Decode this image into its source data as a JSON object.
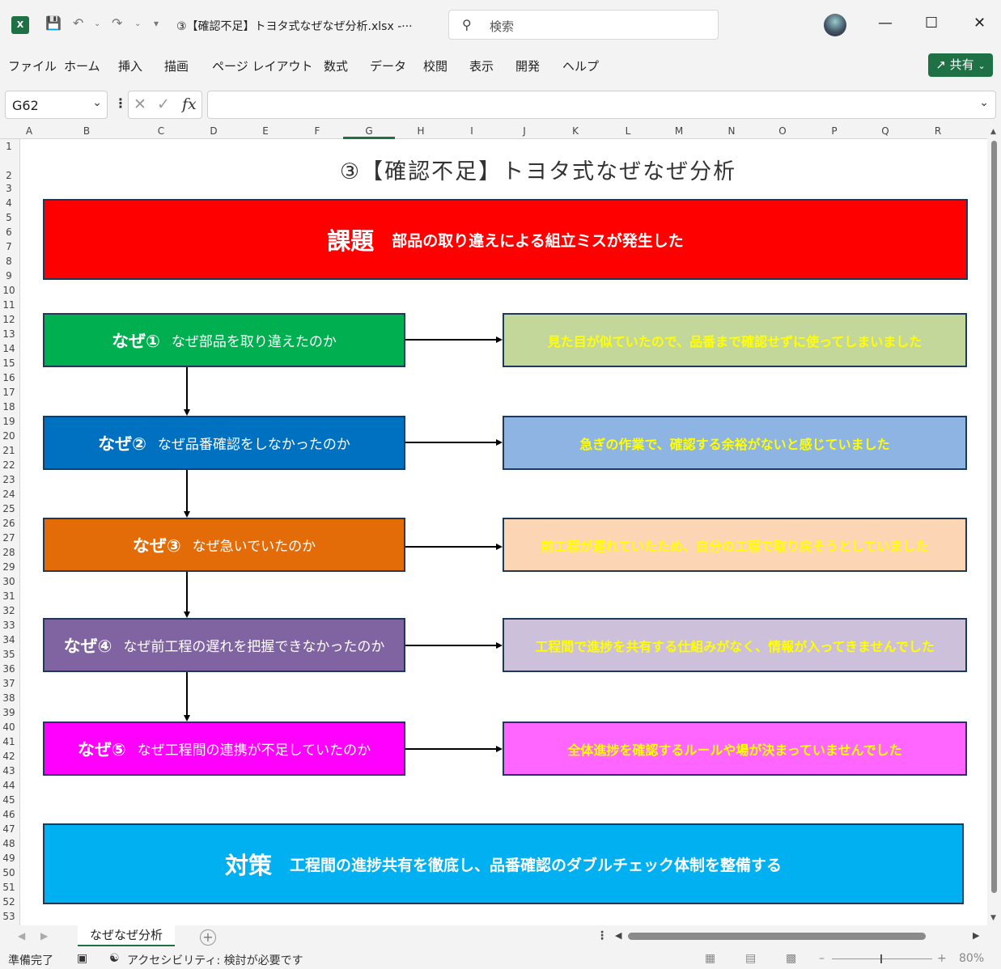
{
  "window": {
    "title": "③【確認不足】トヨタ式なぜなぜ分析.xlsx  -···",
    "search_placeholder": "検索"
  },
  "menu": [
    "ファイル",
    "ホーム",
    "挿入",
    "描画",
    "ページ レイアウト",
    "数式",
    "データ",
    "校閲",
    "表示",
    "開発",
    "ヘルプ"
  ],
  "share_label": "共有",
  "formula_bar": {
    "cell_ref": "G62",
    "formula": ""
  },
  "columns": [
    "A",
    "B",
    "C",
    "D",
    "E",
    "F",
    "G",
    "H",
    "I",
    "J",
    "K",
    "L",
    "M",
    "N",
    "O",
    "P",
    "Q",
    "R"
  ],
  "selected_column": "G",
  "sheet": {
    "title": "③【確認不足】トヨタ式なぜなぜ分析",
    "issue": {
      "label": "課題",
      "text": "部品の取り違えによる組立ミスが発生した"
    },
    "whys": [
      {
        "label": "なぜ①",
        "text": "なぜ部品を取り違えたのか",
        "answer": "見た目が似ていたので、品番まで確認せずに使ってしまいました"
      },
      {
        "label": "なぜ②",
        "text": "なぜ品番確認をしなかったのか",
        "answer": "急ぎの作業で、確認する余裕がないと感じていました"
      },
      {
        "label": "なぜ③",
        "text": "なぜ急いでいたのか",
        "answer": "前工程が遅れていたため、自分の工程で取り戻そうとしていました"
      },
      {
        "label": "なぜ④",
        "text": "なぜ前工程の遅れを把握できなかったのか",
        "answer": "工程間で進捗を共有する仕組みがなく、情報が入ってきませんでした"
      },
      {
        "label": "なぜ⑤",
        "text": "なぜ工程間の連携が不足していたのか",
        "answer": "全体進捗を確認するルールや場が決まっていませんでした"
      }
    ],
    "countermeasure": {
      "label": "対策",
      "text": "工程間の進捗共有を徹底し、品番確認のダブルチェック体制を整備する"
    }
  },
  "colors": {
    "issue_bg": "#ff0000",
    "why_bg": [
      "#00b050",
      "#0070c0",
      "#e36c09",
      "#8064a2",
      "#ff00ff"
    ],
    "answer_bg": [
      "#c4d79b",
      "#8db4e2",
      "#fcd5b4",
      "#ccc0da",
      "#ff66ff"
    ],
    "countermeasure_bg": "#00b0f0",
    "excel_green": "#1e7145"
  },
  "sheet_tab": "なぜなぜ分析",
  "status": {
    "ready": "準備完了",
    "accessibility": "アクセシビリティ: 検討が必要です",
    "zoom": "80%"
  }
}
